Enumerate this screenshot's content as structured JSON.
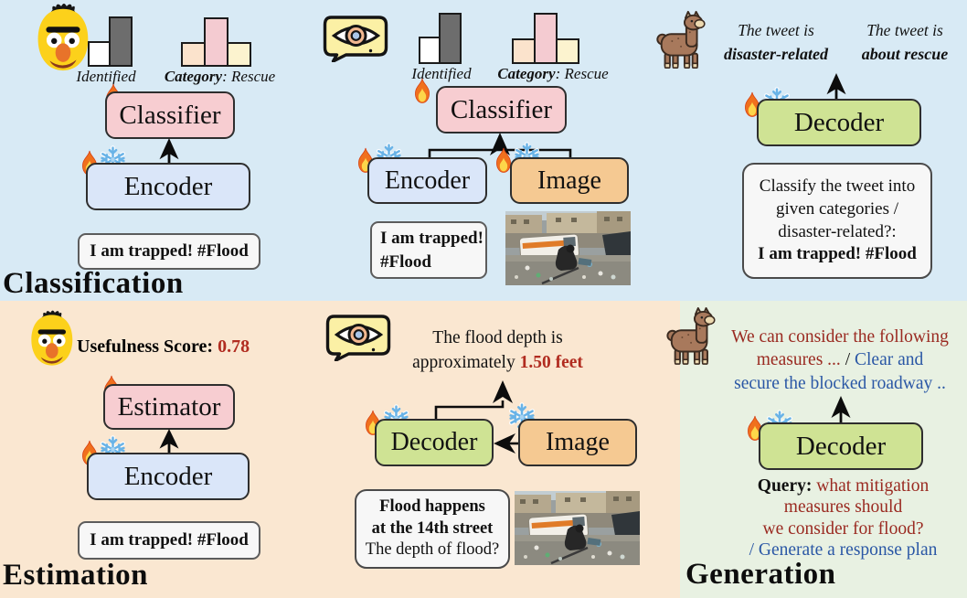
{
  "sections": {
    "classification": "Classification",
    "estimation": "Estimation",
    "generation": "Generation"
  },
  "panels": {
    "cls_text": {
      "identified": "Identified",
      "category_bold": "Category",
      "category_rest": ": Rescue",
      "classifier": "Classifier",
      "encoder": "Encoder",
      "tweet": "I am trapped! #Flood"
    },
    "cls_multi": {
      "identified": "Identified",
      "category_bold": "Category",
      "category_rest": ": Rescue",
      "classifier": "Classifier",
      "encoder": "Encoder",
      "image": "Image",
      "tweet_line1": "I am trapped!",
      "tweet_line2": "#Flood"
    },
    "cls_llm": {
      "output1_line1": "The tweet is",
      "output1_line2": "disaster-related",
      "output2_line1": "The tweet is",
      "output2_line2": "about rescue",
      "decoder": "Decoder",
      "prompt_line1": "Classify the tweet into",
      "prompt_line2": "given categories /",
      "prompt_line3": "disaster-related?:",
      "prompt_line4": "I am trapped! #Flood"
    },
    "est_text": {
      "score_label": "Usefulness Score: ",
      "score_value": "0.78",
      "estimator": "Estimator",
      "encoder": "Encoder",
      "tweet": "I am trapped! #Flood"
    },
    "est_multi": {
      "output_line1": "The flood depth is",
      "output_line2_prefix": "approximately ",
      "output_line2_value": "1.50 feet",
      "decoder": "Decoder",
      "image": "Image",
      "query_line1": "Flood happens",
      "query_line2": "at the 14th street",
      "query_line3": "The depth of flood?"
    },
    "gen_llm": {
      "output_red1": "We can consider the following",
      "output_red2": "measures ... ",
      "output_slash": "/",
      "output_blue2": " Clear and",
      "output_blue3": "secure the blocked roadway ..",
      "decoder": "Decoder",
      "query_bold": "Query:",
      "query_red1": " what mitigation",
      "query_red2": "measures should",
      "query_red3": "we consider for flood?",
      "query_blue": "/ Generate a response plan"
    }
  },
  "colors": {
    "bg_classification": "#d8eaf5",
    "bg_estimation": "#fae7d1",
    "bg_generation": "#e8f1e2",
    "box_pink": "#f7cdd1",
    "box_blue": "#dae6f9",
    "box_orange": "#f5c992",
    "box_green": "#cfe394",
    "box_white": "#f7f7f7",
    "text_red": "#9a2a21",
    "value_red": "#b12c20",
    "text_blue": "#2a57a5"
  },
  "icons": {
    "bert": "bert-face-icon",
    "vision_model": "eye-speech-bubble-icon",
    "llm": "llama-icon",
    "trainable": "fire-icon",
    "frozen": "snowflake-icon",
    "identified_chart": "two-bar-chart-icon",
    "category_chart": "three-bar-chart-icon",
    "flood_photo": "flood-disaster-photo"
  }
}
